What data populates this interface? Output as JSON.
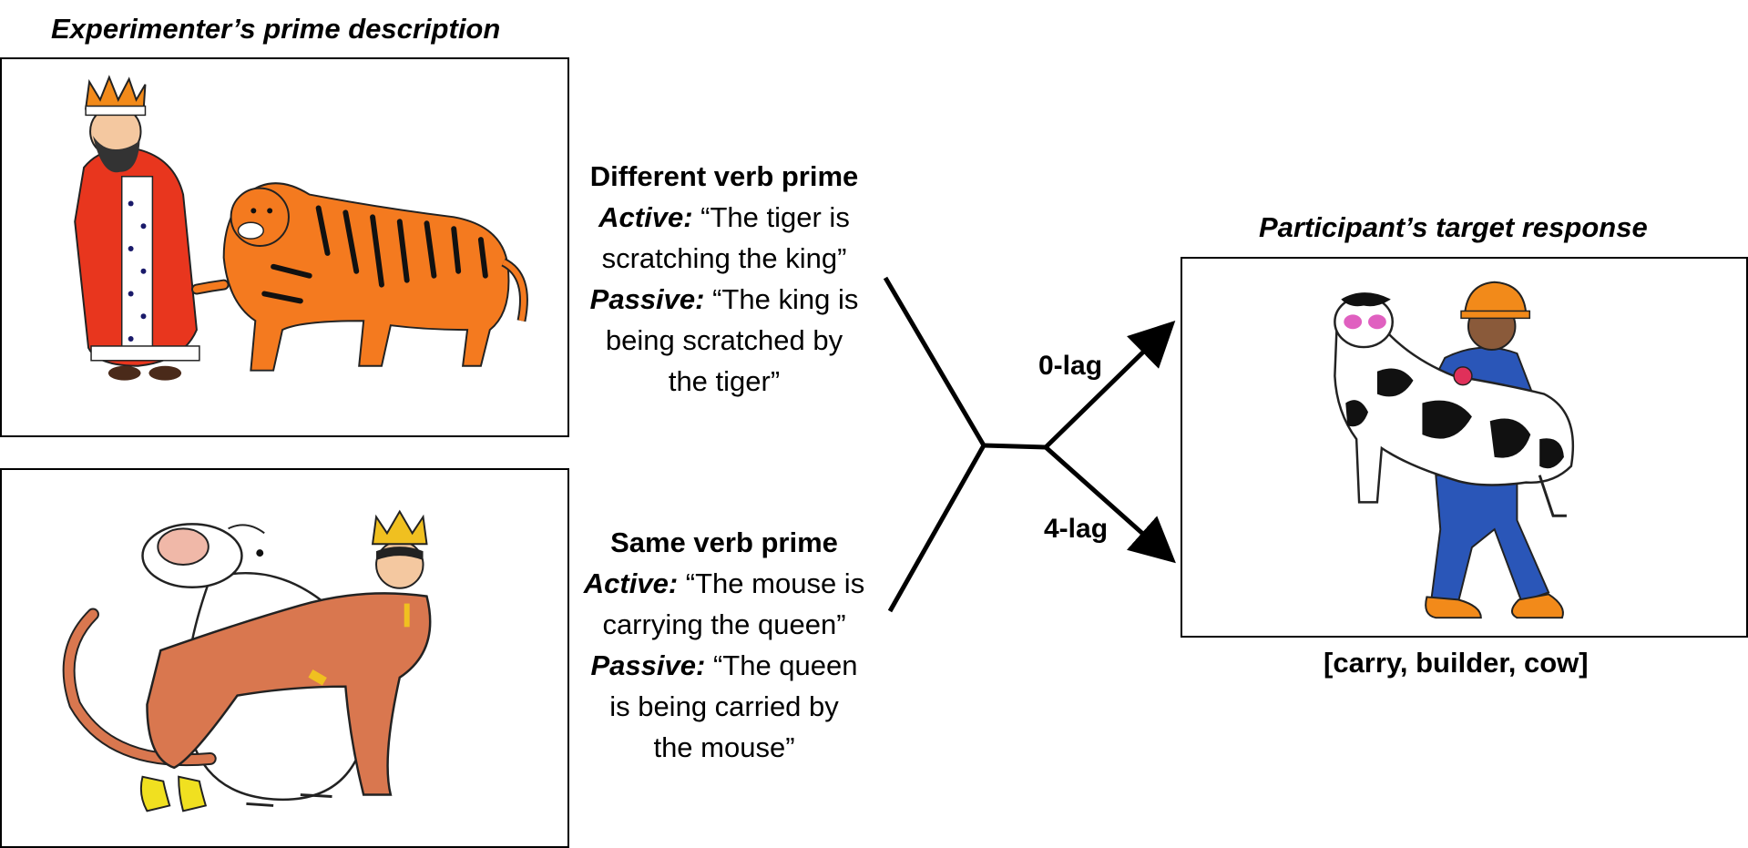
{
  "prime_heading": "Experimenter’s prime description",
  "target_heading": "Participant’s target response",
  "different_verb": {
    "title": "Different verb prime",
    "active_label": "Active:",
    "active_text_1": "“The tiger is",
    "active_text_2": "scratching the king”",
    "passive_label": "Passive:",
    "passive_text_1": "“The king is",
    "passive_text_2": "being scratched by",
    "passive_text_3": "the tiger”"
  },
  "same_verb": {
    "title": "Same verb prime",
    "active_label": "Active:",
    "active_text_1": "“The mouse is",
    "active_text_2": "carrying the queen”",
    "passive_label": "Passive:",
    "passive_text_1": "“The queen",
    "passive_text_2": "is being carried by",
    "passive_text_3": "the mouse”"
  },
  "lags": {
    "zero": "0-lag",
    "four": "4-lag"
  },
  "target_caption": "[carry, builder, cow]",
  "colors": {
    "tiger": "#f47a1f",
    "king_robe": "#e8361e",
    "mouse": "#d9774f",
    "crown": "#f0c020",
    "hardhat": "#f28a1a",
    "jeans": "#2a56b8"
  }
}
